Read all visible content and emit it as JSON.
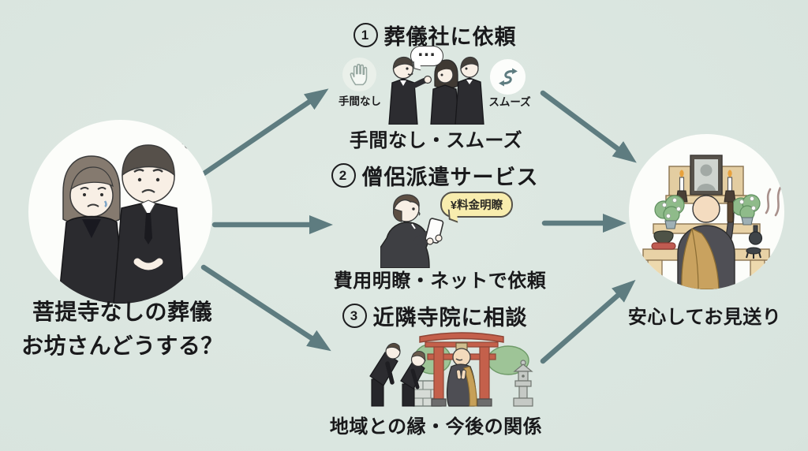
{
  "colors": {
    "background": "#d8e4de",
    "arrow": "#5e7c80",
    "text": "#19191b",
    "price_bubble_bg": "#f8edae",
    "price_bubble_border": "#55524a",
    "torii_red": "#c4604b",
    "monk_robe_tan": "#c9a25f",
    "circle_bg": "#fcfdfa"
  },
  "left": {
    "illustration": "mourning-couple-illustration",
    "caption_line1": "菩提寺なしの葬儀",
    "caption_line2": "お坊さんどうする？"
  },
  "options": [
    {
      "number": "1",
      "title": "葬儀社に依頼",
      "badge_left": {
        "icon": "hand-stop-icon",
        "label": "手間なし"
      },
      "badge_right": {
        "icon": "swap-arrows-icon",
        "label": "スムーズ"
      },
      "speech": "…",
      "caption": "手間なし・スムーズ"
    },
    {
      "number": "2",
      "title": "僧侶派遣サービス",
      "price_bubble": "¥料金明瞭",
      "caption": "費用明瞭・ネットで依頼"
    },
    {
      "number": "3",
      "title": "近隣寺院に相談",
      "caption": "地域との縁・今後の関係"
    }
  ],
  "right": {
    "illustration": "monk-at-altar-illustration",
    "caption": "安心してお見送り"
  }
}
